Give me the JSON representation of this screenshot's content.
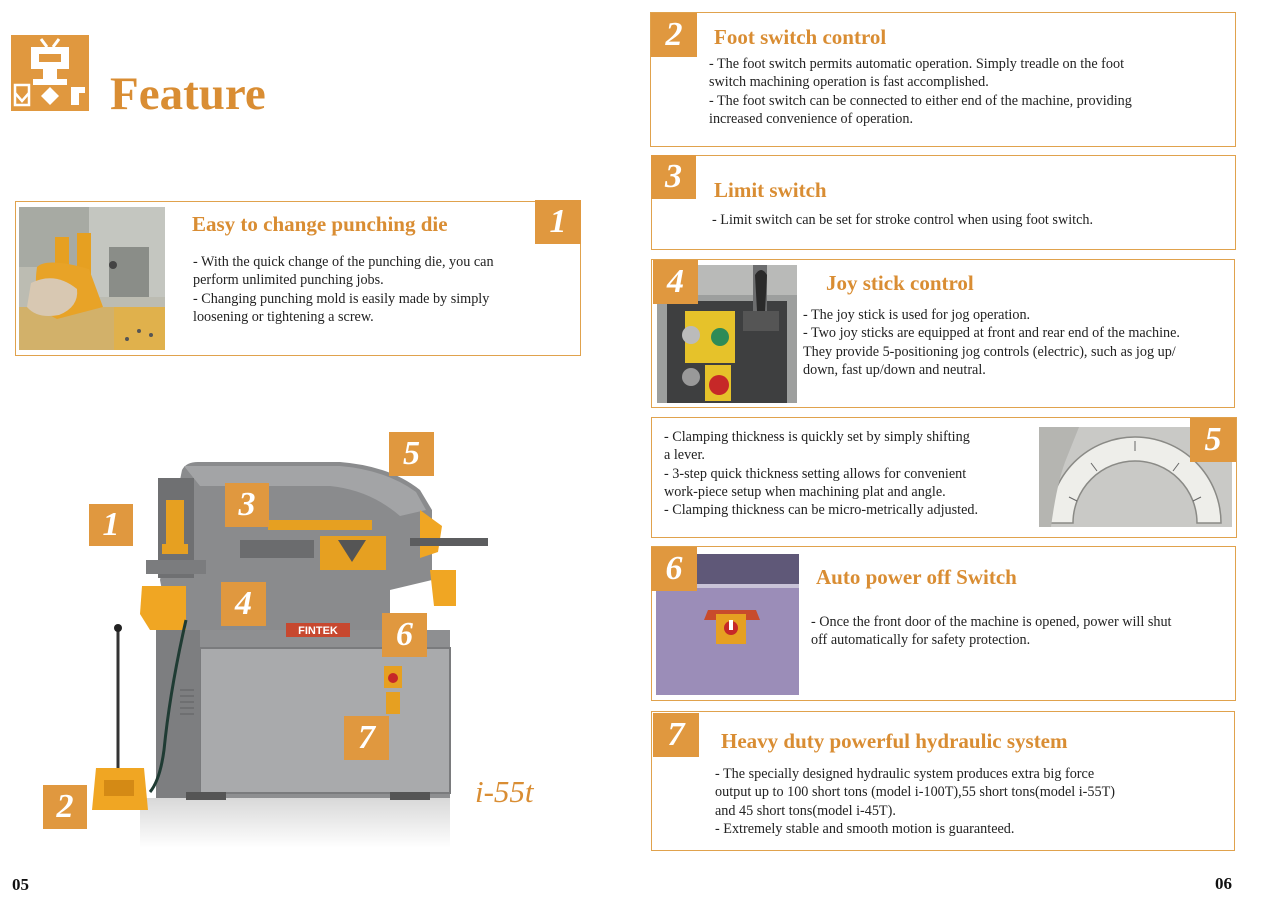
{
  "header": {
    "title": "Feature"
  },
  "colors": {
    "accent": "#e0983f",
    "title": "#d98d33",
    "border": "#e0a24d"
  },
  "features": {
    "f1": {
      "number": "1",
      "title": "Easy to change punching die",
      "lines": [
        "-  With the quick change of the punching die, you can",
        "   perform unlimited punching jobs.",
        "-  Changing punching mold is easily made by  simply",
        "   loosening or tightening a screw."
      ]
    },
    "f2": {
      "number": "2",
      "title": "Foot switch control",
      "lines": [
        "- The foot switch permits automatic operation. Simply treadle on the foot",
        "   switch machining operation is fast accomplished.",
        "- The foot switch can be connected  to either end of the machine, providing",
        "   increased convenience of operation."
      ]
    },
    "f3": {
      "number": "3",
      "title": "Limit switch",
      "lines": [
        "- Limit switch can be set for stroke control when using foot switch."
      ]
    },
    "f4": {
      "number": "4",
      "title": "Joy stick control",
      "lines": [
        "-  The joy stick is used for jog operation.",
        "-  Two joy sticks are equipped at front and rear end of the machine.",
        "   They provide 5-positioning jog controls (electric), such as jog up/",
        "   down, fast up/down and neutral."
      ]
    },
    "f5": {
      "number": "5",
      "lines": [
        "-  Clamping thickness is quickly set  by simply shifting",
        "     a lever.",
        "-  3-step quick thickness setting  allows  for convenient",
        "   work-piece setup when machining plat and angle.",
        "-  Clamping thickness can be micro-metrically adjusted."
      ]
    },
    "f6": {
      "number": "6",
      "title": "Auto power off Switch",
      "lines": [
        "-  Once the front door of the machine is opened, power will shut",
        "    off automatically for safety protection."
      ]
    },
    "f7": {
      "number": "7",
      "title": "Heavy duty powerful hydraulic system",
      "lines": [
        "-  The specially designed hydraulic system produces extra big force",
        "     output up to 100 short tons (model i-100T),55 short tons(model i-55T)",
        "     and 45 short tons(model i-45T).",
        "-  Extremely stable and smooth motion is guaranteed."
      ]
    }
  },
  "machine": {
    "model": "i-55t",
    "brand": "FINTEK",
    "callouts": [
      "1",
      "2",
      "3",
      "4",
      "5",
      "6",
      "7"
    ]
  },
  "pages": {
    "left": "05",
    "right": "06"
  }
}
